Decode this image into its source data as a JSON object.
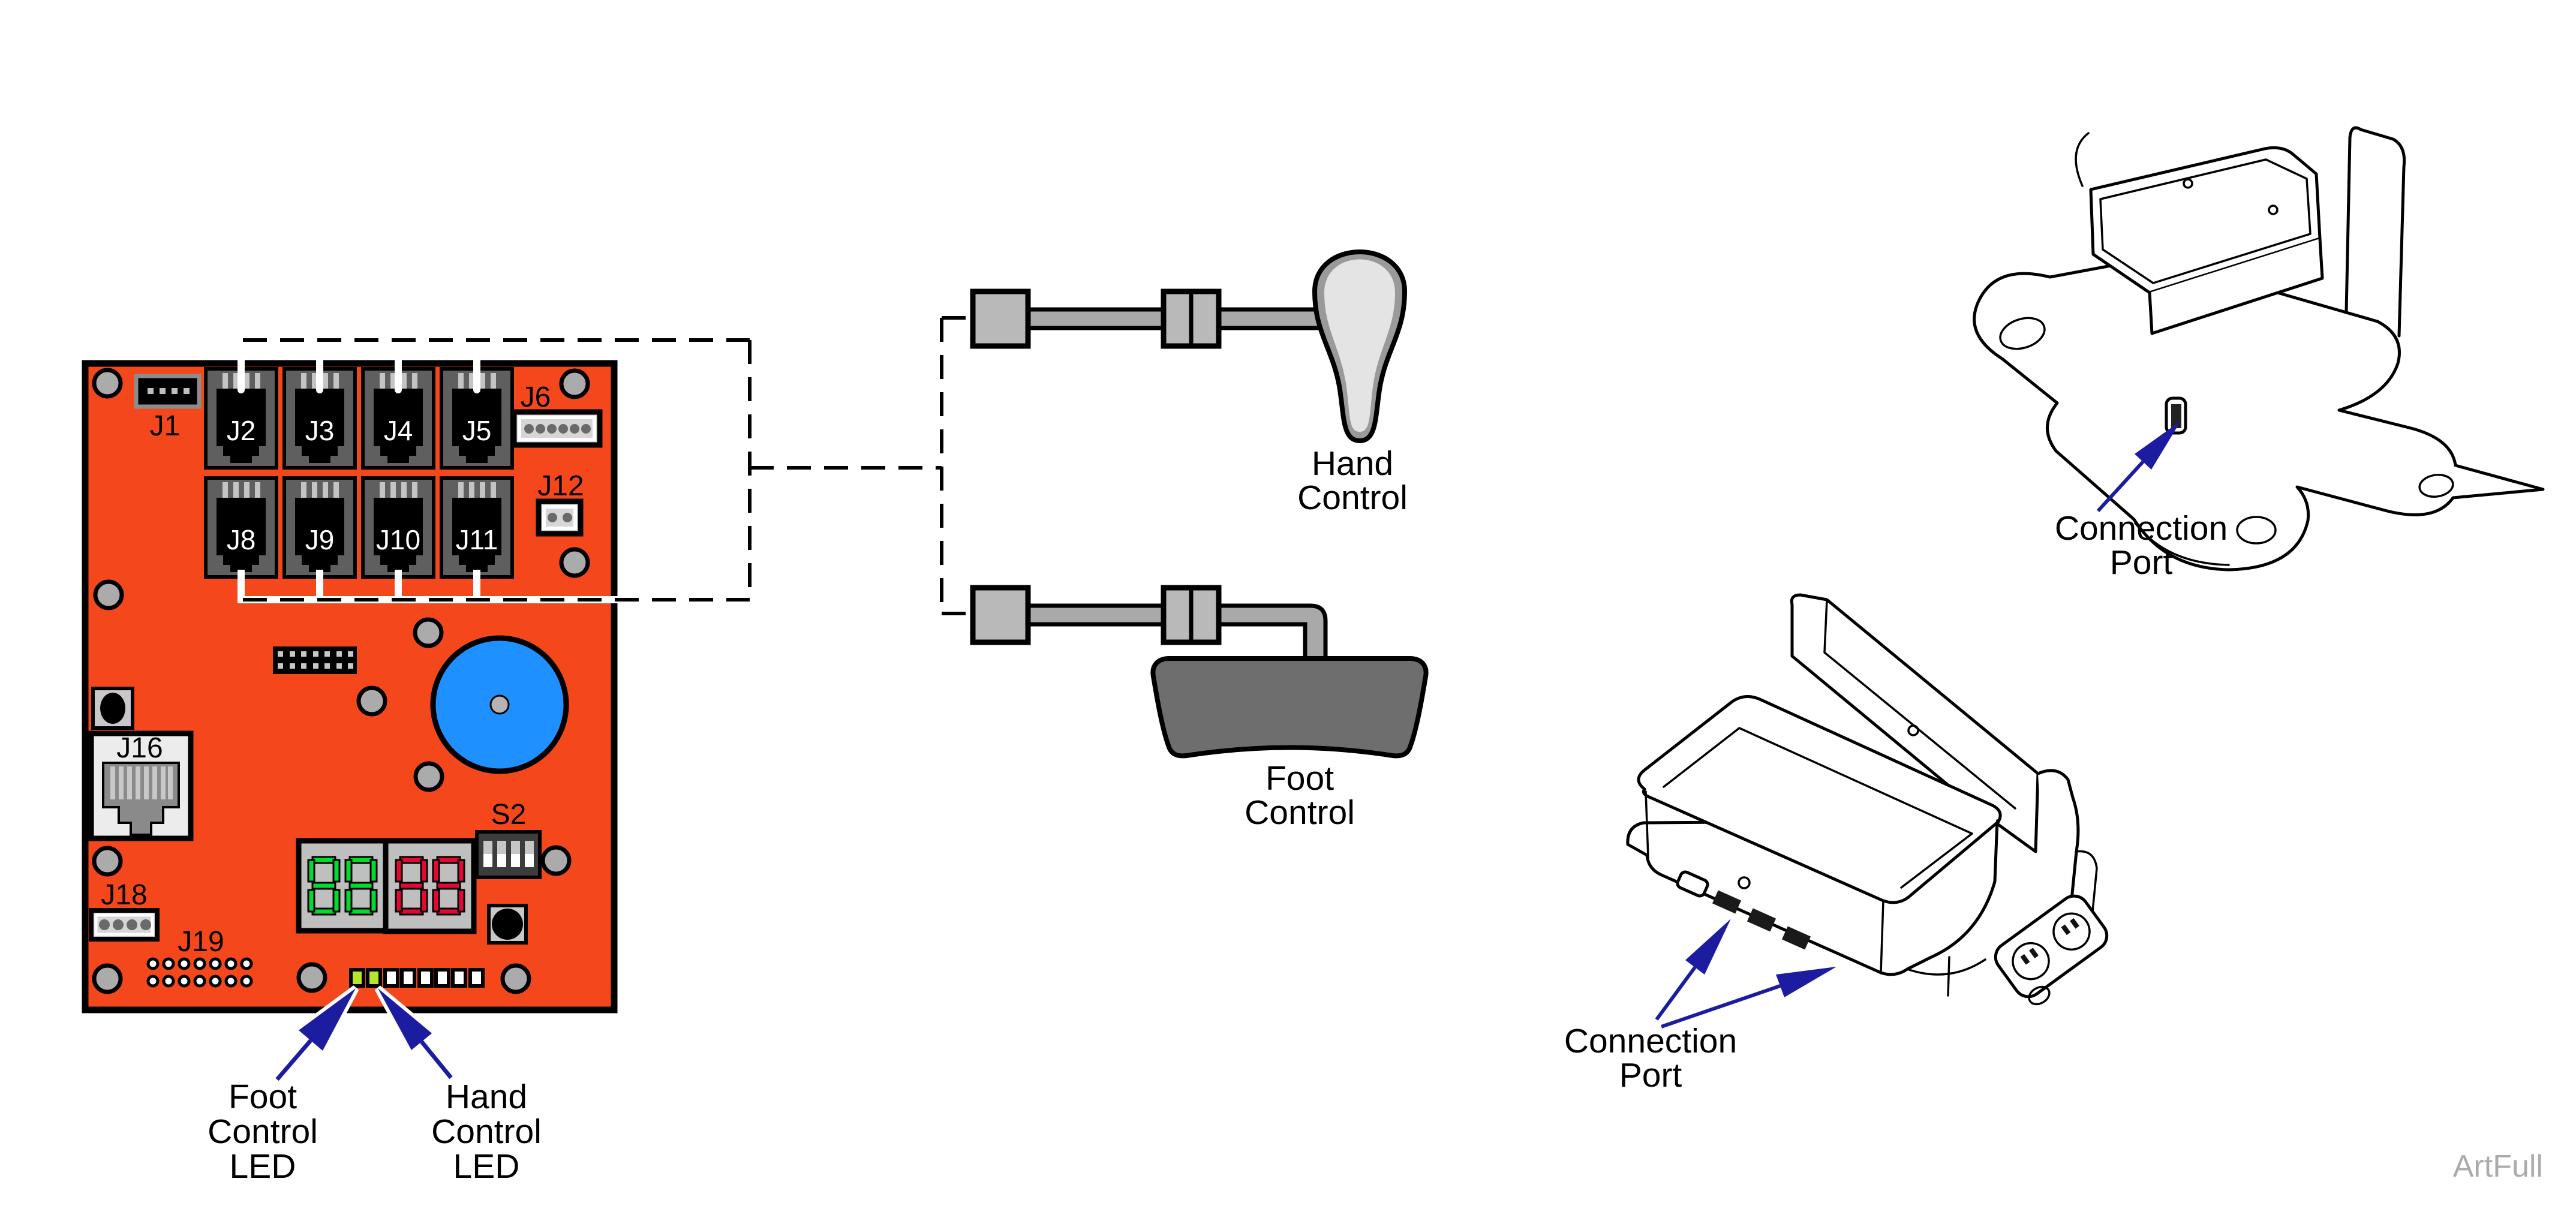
{
  "watermark": "ArtFull",
  "colors": {
    "board": "#F4481C",
    "buzzer": "#1E90FF",
    "arrow_blue": "#1C1CA0",
    "led_on": "#B5E62C",
    "led_off": "#FFFFFF",
    "seg_green": "#04DC2C",
    "seg_red": "#E60734",
    "jack_body": "#5F5F5F",
    "metal_gray": "#A9A9A9",
    "pedal_gray": "#6E6E6E"
  },
  "board": {
    "j1": {
      "label": "J1"
    },
    "jacks_top": [
      {
        "label": "J2"
      },
      {
        "label": "J3"
      },
      {
        "label": "J4"
      },
      {
        "label": "J5"
      }
    ],
    "jacks_bottom": [
      {
        "label": "J8"
      },
      {
        "label": "J9"
      },
      {
        "label": "J10"
      },
      {
        "label": "J11"
      }
    ],
    "j6": {
      "label": "J6"
    },
    "j12": {
      "label": "J12"
    },
    "j16": {
      "label": "J16"
    },
    "j18": {
      "label": "J18"
    },
    "j19": {
      "label": "J19"
    },
    "s2": {
      "label": "S2"
    },
    "display_green": {
      "value": "88"
    },
    "display_red": {
      "value": "88"
    }
  },
  "hand_control_label": {
    "line1": "Hand",
    "line2": "Control"
  },
  "foot_control_label": {
    "line1": "Foot",
    "line2": "Control"
  },
  "foot_led_label": {
    "line1": "Foot",
    "line2": "Control",
    "line3": "LED"
  },
  "hand_led_label": {
    "line1": "Hand",
    "line2": "Control",
    "line3": "LED"
  },
  "connection_port_top": {
    "line1": "Connection",
    "line2": "Port"
  },
  "connection_port_bottom": {
    "line1": "Connection",
    "line2": "Port"
  }
}
